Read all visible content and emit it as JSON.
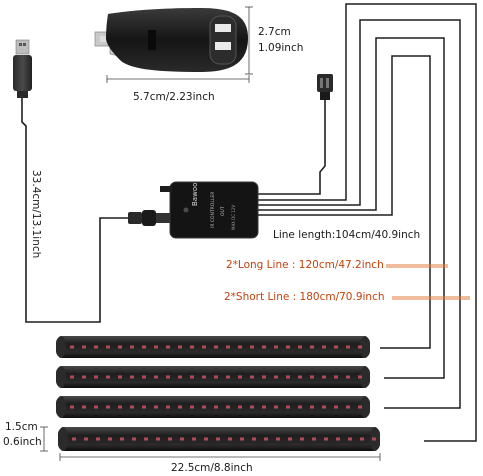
{
  "product": {
    "controller_brand": "Bawoo",
    "controller_text": "IR CONTROLLER",
    "controller_out": "OUT",
    "controller_note": "MAX DC 12V"
  },
  "dimensions": {
    "charger_height_cm": "2.7cm",
    "charger_height_inch": "1.09inch",
    "charger_width": "5.7cm/2.23inch",
    "usb_cable": "33.4cm/13.1inch",
    "line_length": "Line length:104cm/40.9inch",
    "long_line": "2*Long Line : 120cm/47.2inch",
    "short_line": "2*Short Line : 180cm/70.9inch",
    "strip_height_cm": "1.5cm",
    "strip_height_inch": "0.6inch",
    "strip_length": "22.5cm/8.8inch"
  },
  "colors": {
    "strip_body": "#1c1c1c",
    "led": "#b04a55",
    "cable": "#1f1f1f",
    "callout": "#e07a3c"
  }
}
